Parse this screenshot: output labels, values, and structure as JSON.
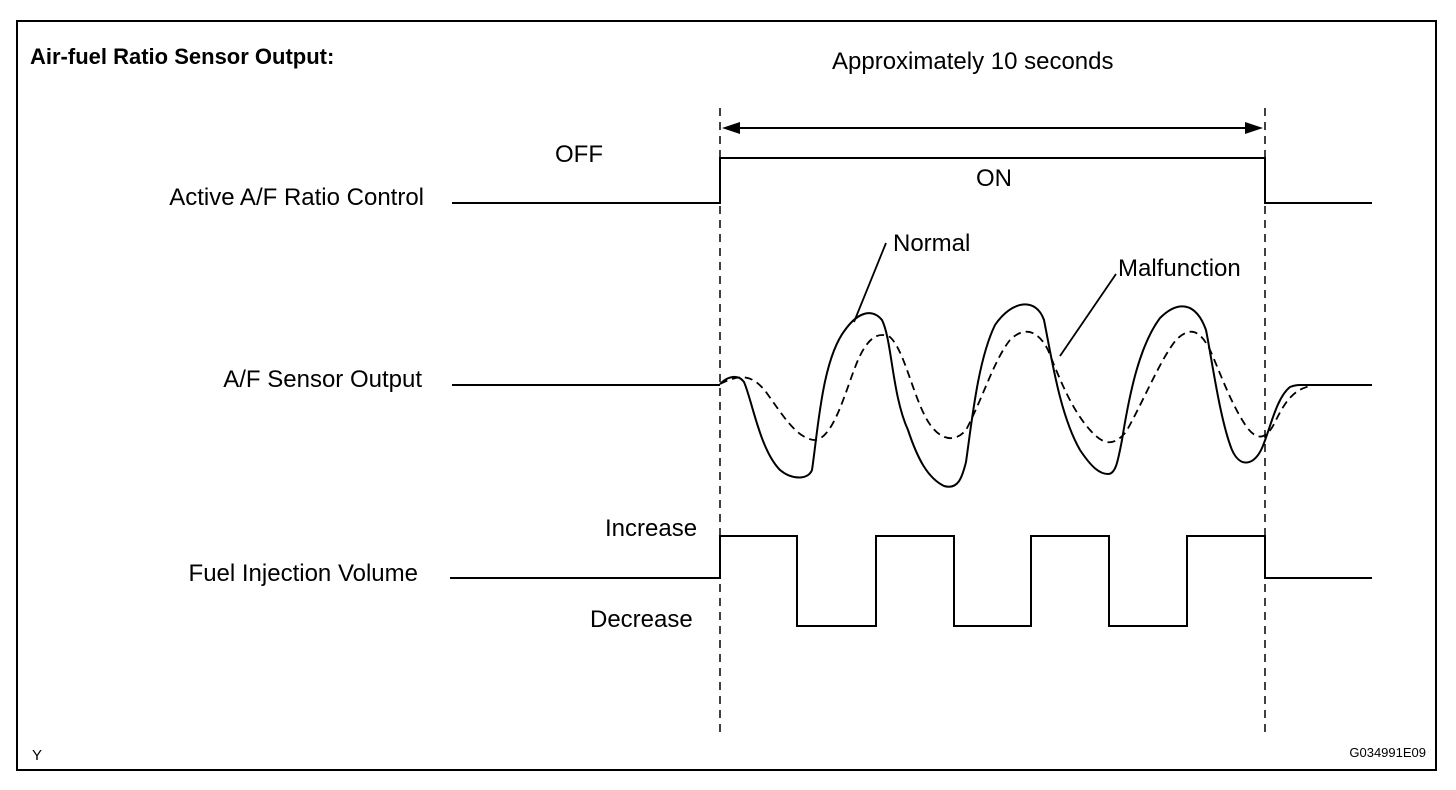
{
  "diagram": {
    "title": "Air-fuel Ratio Sensor Output:",
    "duration_label": "Approximately 10 seconds",
    "state_off_label": "OFF",
    "state_on_label": "ON",
    "signals": {
      "active_control": "Active A/F Ratio Control",
      "af_sensor_output": "A/F Sensor Output",
      "fuel_injection_volume": "Fuel Injection Volume"
    },
    "legend": {
      "normal": "Normal",
      "malfunction": "Malfunction"
    },
    "fuel_levels": {
      "increase": "Increase",
      "decrease": "Decrease"
    },
    "corner_left": "Y",
    "figure_code": "G034991E09",
    "colors": {
      "ink": "#000000",
      "background": "#ffffff"
    }
  }
}
